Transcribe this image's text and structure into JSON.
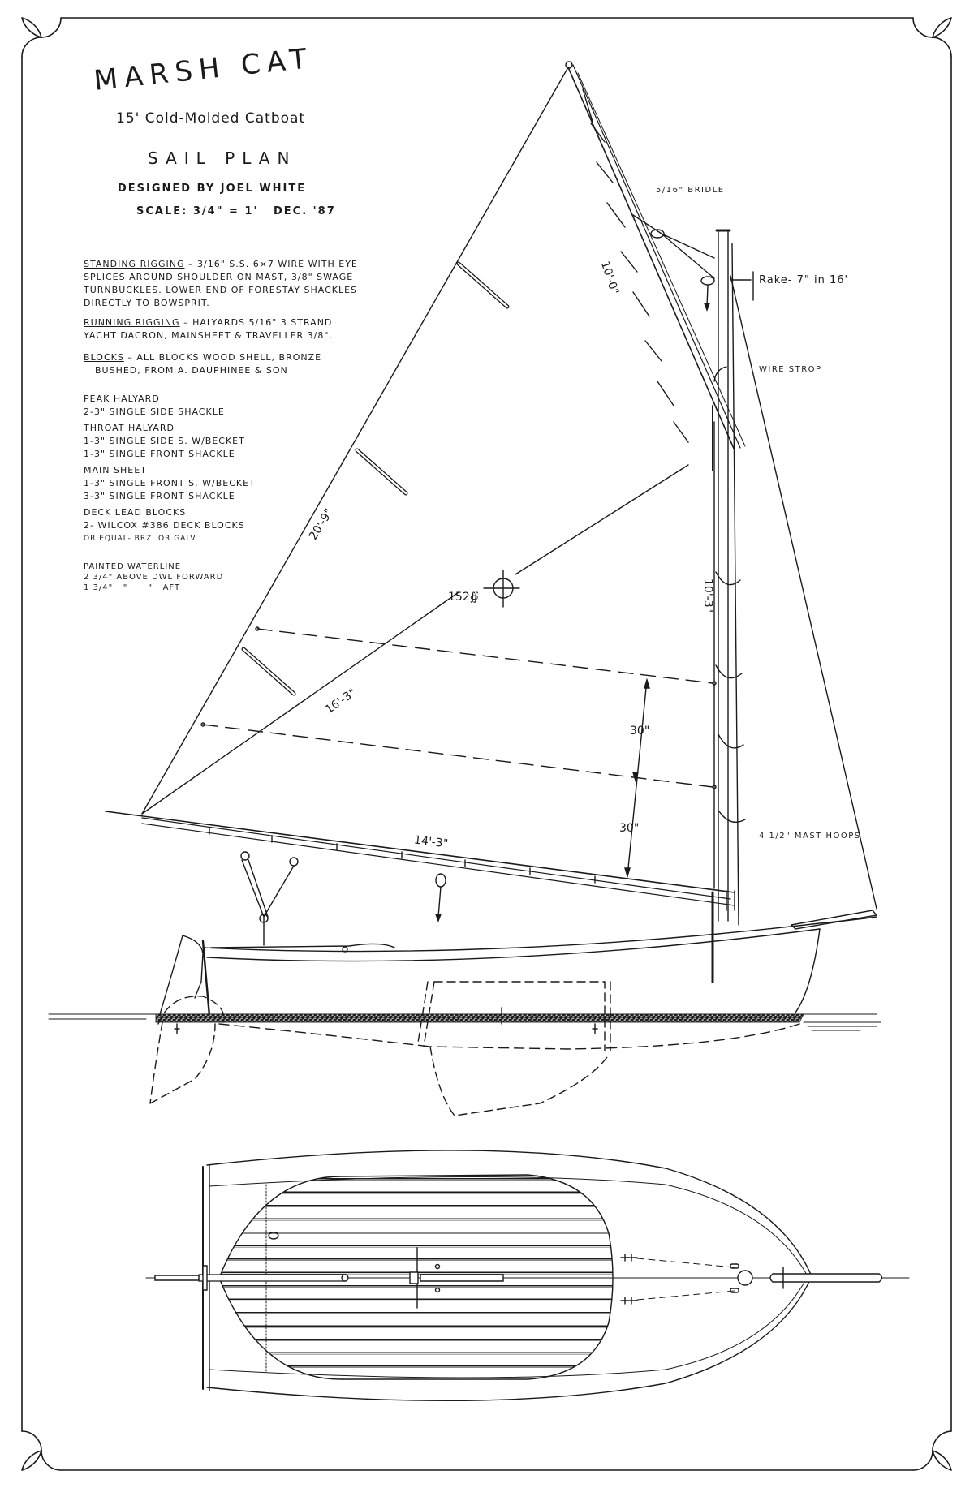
{
  "title": {
    "name": "MARSH CAT",
    "subtitle": "15' Cold-Molded Catboat",
    "drawing_type": "Sail Plan",
    "designer": "Designed by Joel White",
    "scale": "Scale: 3/4\" = 1'",
    "date": "Dec. '87"
  },
  "notes": {
    "standing_rigging": {
      "heading": "Standing Rigging",
      "lines": [
        "– 3/16\" S.S. 6×7 wire with eye",
        "splices around shoulder on mast, 3/8\" swage",
        "turnbuckles. Lower end of forestay shackles",
        "directly to bowsprit."
      ]
    },
    "running_rigging": {
      "heading": "Running Rigging",
      "lines": [
        "– halyards 5/16\" 3 strand",
        "yacht dacron, mainsheet & traveller 3/8\"."
      ]
    },
    "blocks": {
      "heading": "Blocks",
      "lines": [
        "– all blocks wood shell, bronze",
        "bushed, from A. Dauphinee & Son"
      ]
    }
  },
  "block_list": [
    {
      "heading": "Peak Halyard",
      "items": [
        "2-3\" single side shackle"
      ]
    },
    {
      "heading": "Throat Halyard",
      "items": [
        "1-3\" single side S. w/becket",
        "1-3\" single front shackle"
      ]
    },
    {
      "heading": "Main Sheet",
      "items": [
        "1-3\" single front S. w/becket",
        "3-3\" single front shackle"
      ]
    },
    {
      "heading": "Deck Lead Blocks",
      "items": [
        "2- Wilcox #386 deck blocks",
        "or equal- brz. or galv."
      ]
    },
    {
      "heading": "Painted Waterline",
      "items": [
        "2 3/4\" above DWL forward",
        "1 3/4\"   \"      \"   aft"
      ]
    }
  ],
  "dimensions": {
    "luff_gaff": "10'-0\"",
    "leech": "20'-9\"",
    "diagonal": "16'-3\"",
    "mast_luff": "10'-3\"",
    "boom": "14'-3\"",
    "reef_1": "30\"",
    "reef_2": "30\"",
    "sail_area": "152",
    "sail_area_unit": "sq ft"
  },
  "callouts": {
    "bridle": "5/16\" Bridle",
    "rake": "Rake- 7\" in 16'",
    "wire_strop": "Wire Strop",
    "mast_hoops": "4 1/2\" Mast Hoops"
  },
  "colors": {
    "ink": "#1a1a1a",
    "paper": "#ffffff",
    "waterline_stipple": "#6a6a6a"
  }
}
